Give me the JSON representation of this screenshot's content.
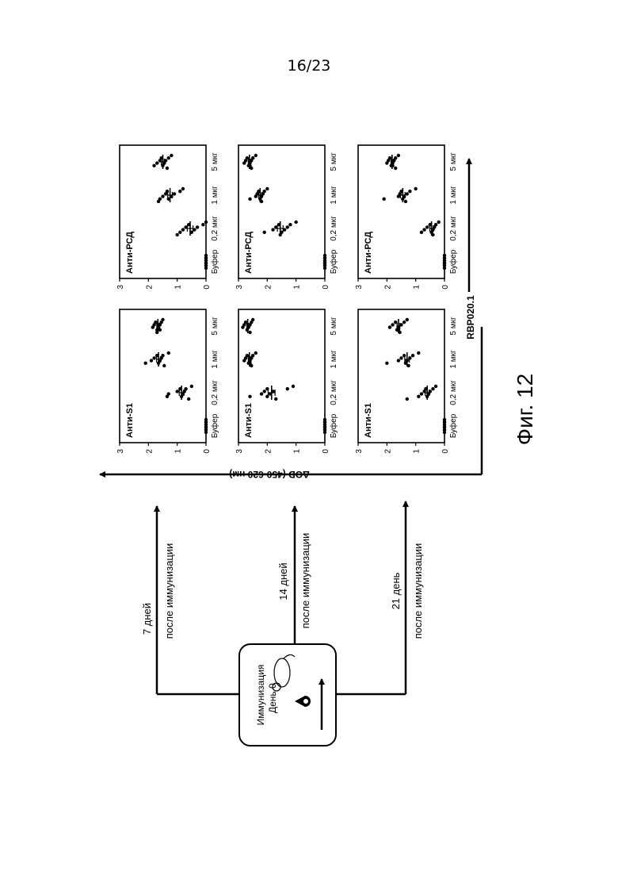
{
  "page": {
    "number": "16/23"
  },
  "figure": {
    "caption": "Фиг. 12"
  },
  "immunization": {
    "label_line1": "Иммунизация",
    "label_line2": "День 0",
    "icons": [
      "mouse-icon",
      "syringe-icon",
      "arrow-icon"
    ]
  },
  "timepoints": [
    {
      "line1": "7 дней",
      "line2": "после иммунизации"
    },
    {
      "line1": "14 дней",
      "line2": "после иммунизации"
    },
    {
      "line1": "21 день",
      "line2": "после иммунизации"
    }
  ],
  "axes": {
    "y_label": "ΔOD (450-620 нм)",
    "y_ticks": [
      "0",
      "1",
      "2",
      "3"
    ],
    "ylim": [
      0,
      3
    ]
  },
  "group": {
    "label": "RBP020.1"
  },
  "categories": [
    "Буфер",
    "0,2 мкг",
    "1 мкг",
    "5 мкг"
  ],
  "chart_data": [
    {
      "type": "scatter",
      "title": "Анти-S1",
      "timepoint": "7 дней",
      "categories": [
        "Буфер",
        "0,2 мкг",
        "1 мкг",
        "5 мкг"
      ],
      "ylim": [
        0,
        3
      ],
      "series": [
        {
          "category": "Буфер",
          "values": [
            0,
            0,
            0,
            0,
            0,
            0,
            0,
            0,
            0,
            0
          ],
          "mean": 0,
          "sem": 0
        },
        {
          "category": "0,2 мкг",
          "values": [
            0.5,
            0.7,
            0.75,
            0.8,
            0.85,
            0.9,
            1.0,
            1.3,
            1.35,
            0.6
          ],
          "mean": 0.85,
          "sem": 0.08
        },
        {
          "category": "1 мкг",
          "values": [
            1.3,
            1.5,
            1.55,
            1.6,
            1.65,
            1.7,
            1.8,
            1.9,
            2.1,
            1.45
          ],
          "mean": 1.65,
          "sem": 0.07
        },
        {
          "category": "5 мкг",
          "values": [
            1.5,
            1.55,
            1.6,
            1.65,
            1.7,
            1.75,
            1.8,
            1.85,
            1.6,
            1.7
          ],
          "mean": 1.67,
          "sem": 0.04
        }
      ]
    },
    {
      "type": "scatter",
      "title": "Анти-S1",
      "timepoint": "14 дней",
      "categories": [
        "Буфер",
        "0,2 мкг",
        "1 мкг",
        "5 мкг"
      ],
      "ylim": [
        0,
        3
      ],
      "series": [
        {
          "category": "Буфер",
          "values": [
            0,
            0,
            0,
            0,
            0,
            0,
            0,
            0,
            0,
            0
          ],
          "mean": 0,
          "sem": 0
        },
        {
          "category": "0,2 мкг",
          "values": [
            1.1,
            1.3,
            1.8,
            1.9,
            2.0,
            2.0,
            2.1,
            2.2,
            2.6,
            1.7
          ],
          "mean": 1.85,
          "sem": 0.12
        },
        {
          "category": "1 мкг",
          "values": [
            2.4,
            2.5,
            2.55,
            2.6,
            2.65,
            2.7,
            2.75,
            2.8,
            2.6,
            2.55
          ],
          "mean": 2.62,
          "sem": 0.04
        },
        {
          "category": "5 мкг",
          "values": [
            2.5,
            2.55,
            2.6,
            2.65,
            2.7,
            2.75,
            2.8,
            2.85,
            2.7,
            2.6
          ],
          "mean": 2.68,
          "sem": 0.03
        }
      ]
    },
    {
      "type": "scatter",
      "title": "Анти-S1",
      "timepoint": "21 день",
      "categories": [
        "Буфер",
        "0,2 мкг",
        "1 мкг",
        "5 мкг"
      ],
      "ylim": [
        0,
        3
      ],
      "series": [
        {
          "category": "Буфер",
          "values": [
            0,
            0,
            0,
            0,
            0,
            0,
            0,
            0,
            0,
            0
          ],
          "mean": 0,
          "sem": 0
        },
        {
          "category": "0,2 мкг",
          "values": [
            0.3,
            0.4,
            0.5,
            0.55,
            0.6,
            0.65,
            0.7,
            0.8,
            0.9,
            1.3
          ],
          "mean": 0.6,
          "sem": 0.07
        },
        {
          "category": "1 мкг",
          "values": [
            0.9,
            1.1,
            1.2,
            1.3,
            1.35,
            1.4,
            1.5,
            1.6,
            2.0,
            1.25
          ],
          "mean": 1.3,
          "sem": 0.08
        },
        {
          "category": "5 мкг",
          "values": [
            1.3,
            1.4,
            1.5,
            1.6,
            1.65,
            1.7,
            1.8,
            1.9,
            1.6,
            1.55
          ],
          "mean": 1.6,
          "sem": 0.05
        }
      ]
    },
    {
      "type": "scatter",
      "title": "Анти-РСД",
      "timepoint": "7 дней",
      "categories": [
        "Буфер",
        "0,2 мкг",
        "1 мкг",
        "5 мкг"
      ],
      "ylim": [
        0,
        3
      ],
      "series": [
        {
          "category": "Буфер",
          "values": [
            0,
            0,
            0,
            0,
            0,
            0,
            0,
            0,
            0,
            0
          ],
          "mean": 0,
          "sem": 0
        },
        {
          "category": "0,2 мкг",
          "values": [
            0.0,
            0.1,
            0.3,
            0.4,
            0.5,
            0.6,
            0.7,
            0.8,
            0.9,
            1.0
          ],
          "mean": 0.55,
          "sem": 0.1
        },
        {
          "category": "1 мкг",
          "values": [
            0.8,
            0.9,
            1.1,
            1.2,
            1.3,
            1.35,
            1.4,
            1.5,
            1.6,
            1.65
          ],
          "mean": 1.25,
          "sem": 0.08
        },
        {
          "category": "5 мкг",
          "values": [
            1.2,
            1.3,
            1.4,
            1.45,
            1.5,
            1.55,
            1.6,
            1.7,
            1.8,
            1.35
          ],
          "mean": 1.5,
          "sem": 0.05
        }
      ]
    },
    {
      "type": "scatter",
      "title": "Анти-РСД",
      "timepoint": "14 дней",
      "categories": [
        "Буфер",
        "0,2 мкг",
        "1 мкг",
        "5 мкг"
      ],
      "ylim": [
        0,
        3
      ],
      "series": [
        {
          "category": "Буфер",
          "values": [
            0,
            0,
            0,
            0,
            0,
            0,
            0,
            0,
            0,
            0
          ],
          "mean": 0,
          "sem": 0
        },
        {
          "category": "0,2 мкг",
          "values": [
            1.0,
            1.2,
            1.3,
            1.4,
            1.5,
            1.6,
            1.7,
            1.8,
            2.1,
            1.55
          ],
          "mean": 1.55,
          "sem": 0.1
        },
        {
          "category": "1 мкг",
          "values": [
            2.0,
            2.1,
            2.15,
            2.2,
            2.25,
            2.3,
            2.35,
            2.4,
            2.6,
            2.2
          ],
          "mean": 2.25,
          "sem": 0.05
        },
        {
          "category": "5 мкг",
          "values": [
            2.4,
            2.5,
            2.55,
            2.6,
            2.65,
            2.7,
            2.75,
            2.8,
            2.6,
            2.55
          ],
          "mean": 2.62,
          "sem": 0.04
        }
      ]
    },
    {
      "type": "scatter",
      "title": "Анти-РСД",
      "timepoint": "21 день",
      "categories": [
        "Буфер",
        "0,2 мкг",
        "1 мкг",
        "5 мкг"
      ],
      "ylim": [
        0,
        3
      ],
      "series": [
        {
          "category": "Буфер",
          "values": [
            0,
            0,
            0,
            0,
            0,
            0,
            0,
            0,
            0,
            0
          ],
          "mean": 0,
          "sem": 0
        },
        {
          "category": "0,2 мкг",
          "values": [
            0.2,
            0.3,
            0.35,
            0.4,
            0.45,
            0.5,
            0.6,
            0.7,
            0.8,
            0.4
          ],
          "mean": 0.45,
          "sem": 0.06
        },
        {
          "category": "1 мкг",
          "values": [
            1.0,
            1.2,
            1.3,
            1.4,
            1.45,
            1.5,
            1.55,
            1.6,
            2.1,
            1.35
          ],
          "mean": 1.45,
          "sem": 0.08
        },
        {
          "category": "5 мкг",
          "values": [
            1.6,
            1.7,
            1.75,
            1.8,
            1.85,
            1.9,
            1.95,
            2.0,
            1.8,
            1.7
          ],
          "mean": 1.82,
          "sem": 0.04
        }
      ]
    }
  ]
}
